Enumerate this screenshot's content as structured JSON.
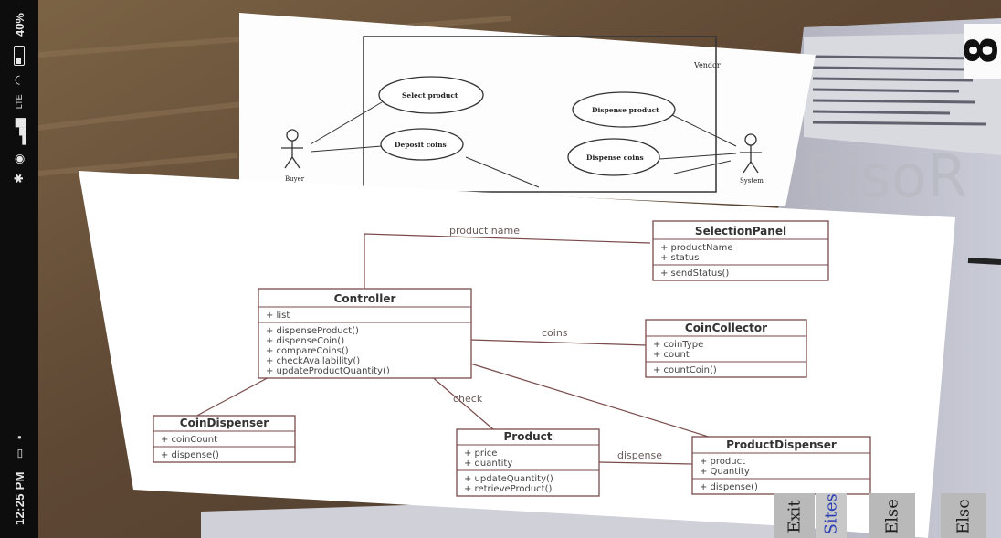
{
  "status_bar": {
    "time": "12:25 PM",
    "battery": "40%",
    "icons": [
      "screen-icon",
      "notification-icon",
      "bluetooth-icon",
      "nfc-icon",
      "signal-icon",
      "lte-icon",
      "wifi-icon",
      "battery-icon"
    ]
  },
  "overlay_logo": "8",
  "use_case_diagram": {
    "frame_label": "Vendor",
    "actor_left": "Buyer",
    "actor_right": "System",
    "use_cases": [
      "Select product",
      "Deposit coins",
      "Dispense product",
      "Dispense coins"
    ]
  },
  "class_diagram": {
    "associations": {
      "product_name": "product name",
      "coins": "coins",
      "check": "check",
      "dispense": "dispense"
    },
    "classes": {
      "selection_panel": {
        "name": "SelectionPanel",
        "attributes": [
          "+ productName",
          "+ status"
        ],
        "methods": [
          "+ sendStatus()"
        ]
      },
      "controller": {
        "name": "Controller",
        "attributes": [
          "+ list"
        ],
        "methods": [
          "+ dispenseProduct()",
          "+ dispenseCoin()",
          "+ compareCoins()",
          "+ checkAvailability()",
          "+ updateProductQuantity()"
        ]
      },
      "coin_collector": {
        "name": "CoinCollector",
        "attributes": [
          "+ coinType",
          "+ count"
        ],
        "methods": [
          "+ countCoin()"
        ]
      },
      "coin_dispenser": {
        "name": "CoinDispenser",
        "attributes": [
          "+ coinCount"
        ],
        "methods": [
          "+ dispense()"
        ]
      },
      "product": {
        "name": "Product",
        "attributes": [
          "+ price",
          "+ quantity"
        ],
        "methods": [
          "+ updateQuantity()",
          "+ retrieveProduct()"
        ]
      },
      "product_dispenser": {
        "name": "ProductDispenser",
        "attributes": [
          "+ product",
          "+ Quantity"
        ],
        "methods": [
          "+ dispense()"
        ]
      }
    }
  },
  "buttons": {
    "exit": "Exit",
    "sites": "Sites",
    "else1": "Else",
    "else2": "Else"
  },
  "colors": {
    "status_bar_bg": "#0d0d0d",
    "desk": "#6b5540",
    "paper": "#ffffff",
    "line": "#7a4a4a",
    "button_bg": "#b9b9b9",
    "link": "#2b3fb5"
  }
}
